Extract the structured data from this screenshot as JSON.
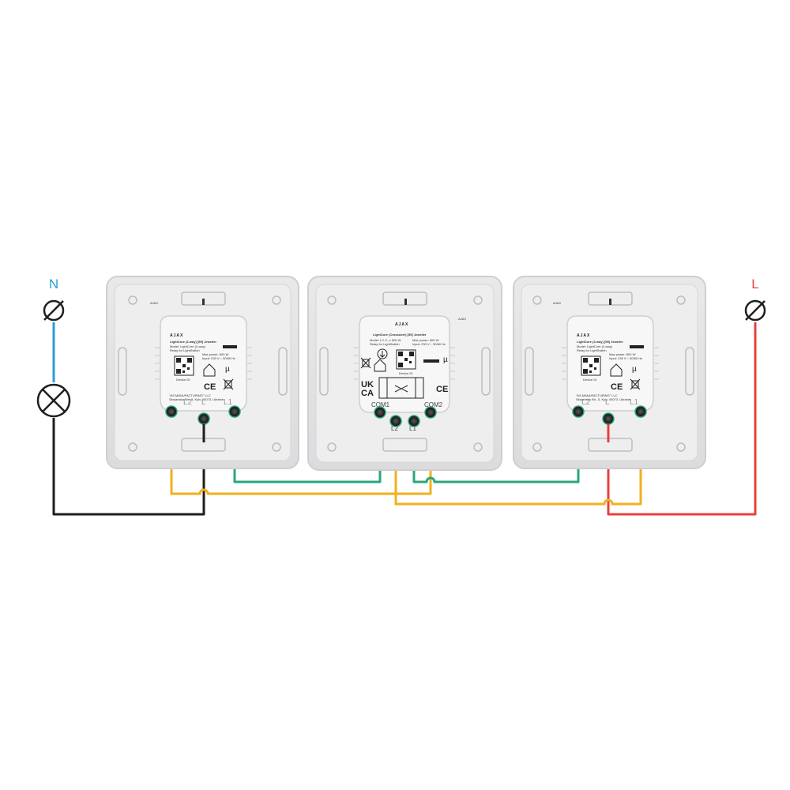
{
  "terminals": {
    "neutral": {
      "label": "N",
      "color": "#2f9bd3"
    },
    "line": {
      "label": "L",
      "color": "#e8413f"
    }
  },
  "wire_colors": {
    "neutral": "#2f9bd3",
    "black": "#1f1f1f",
    "yellow": "#f2b01e",
    "green": "#2aa77a",
    "red": "#e8413f"
  },
  "devices": {
    "left": {
      "brand": "AJAX",
      "title": "LightCore (2-way) [55] Jeweller",
      "model": "Model: LightCore (2-way)",
      "relay": "Relay for LightSwitch",
      "power": "Max power: 800 W",
      "input": "Input: 230 V~, 50/60 Hz",
      "device_id": "Device ID",
      "manufacturer": "\"AS MANUFACTURING\" LLC",
      "address": "Skryanska Str., 5, Kyiv, 04073, Ukraine",
      "terminals": [
        "L2",
        "L",
        "L1"
      ]
    },
    "middle": {
      "brand": "AJAX",
      "title": "LightCore (Crossover) [55] Jeweller",
      "model": "Model: LC-C, ± 800 W",
      "relay": "Relay for LightSwitch",
      "power": "Max power: 800 W",
      "input": "Input: 230 V~, 50/60 Hz",
      "device_id": "Device ID",
      "marks": [
        "UK",
        "CA"
      ],
      "terminals": [
        "COM1",
        "L2",
        "L1",
        "COM2"
      ]
    },
    "right": {
      "brand": "AJAX",
      "title": "LightCore (2-way) [55] Jeweller",
      "model": "Model: LightCore (2-way)",
      "relay": "Relay for LightSwitch",
      "power": "Max power: 800 W",
      "input": "Input: 230 V~, 50/60 Hz",
      "device_id": "Device ID",
      "manufacturer": "\"AS MANUFACTURING\" LLC",
      "address": "Skryanska Str., 5, Kyiv, 04073, Ukraine",
      "terminals": [
        "L2",
        "L",
        "L1"
      ]
    }
  },
  "frame_brand": "AJAX"
}
